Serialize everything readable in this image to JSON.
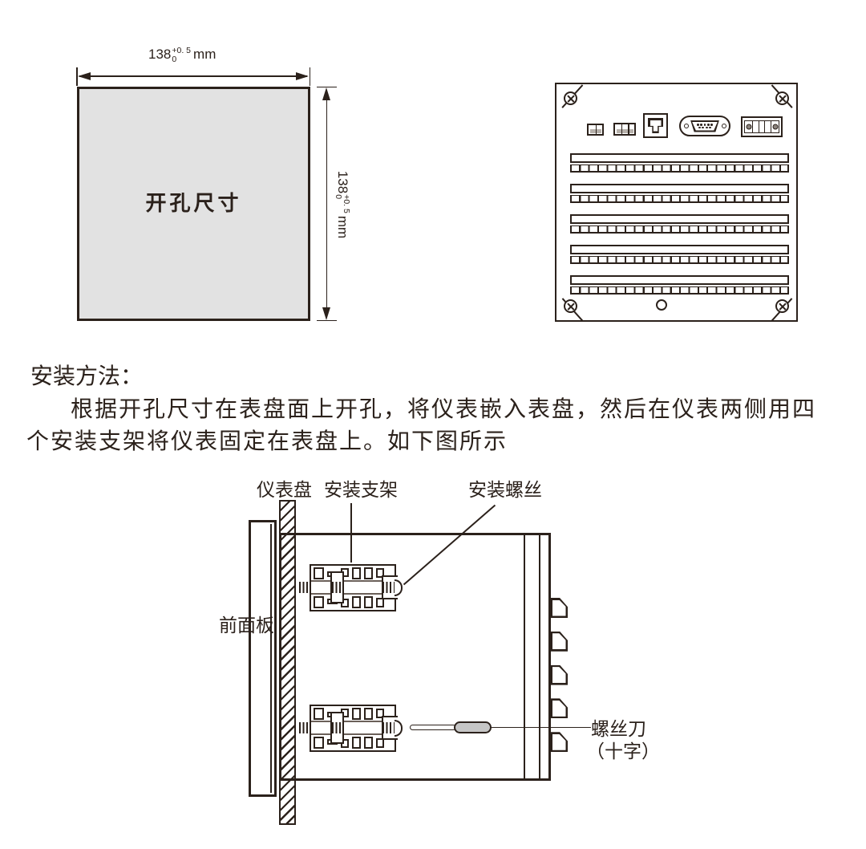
{
  "colors": {
    "ink": "#2b211b",
    "cutout_fill": "#e2e2e2",
    "screwdriver_handle": "#c6c6c6"
  },
  "cutout": {
    "label": "开孔尺寸",
    "dim": {
      "base": "138",
      "tol_upper": "+0. 5",
      "tol_lower": "0",
      "unit": "mm"
    }
  },
  "rear_panel": {
    "terminal_strip_count": 5,
    "terminals_per_strip": 24,
    "db9_dot_rows": [
      5,
      4
    ],
    "corner_screw_count": 4
  },
  "instructions": {
    "heading": "安装方法：",
    "lines": [
      "根据开孔尺寸在表盘面上开孔，将仪表嵌入表盘，然后在仪表两侧用四",
      "个安装支架将仪表固定在表盘上。如下图所示"
    ]
  },
  "install_diagram": {
    "labels": {
      "meter_panel": "仪表盘",
      "bracket": "安装支架",
      "screw": "安装螺丝",
      "front_panel": "前面板",
      "screwdriver": "螺丝刀",
      "screwdriver_type": "（十字）"
    },
    "rear_tab_count": 5,
    "bracket_count": 2
  }
}
